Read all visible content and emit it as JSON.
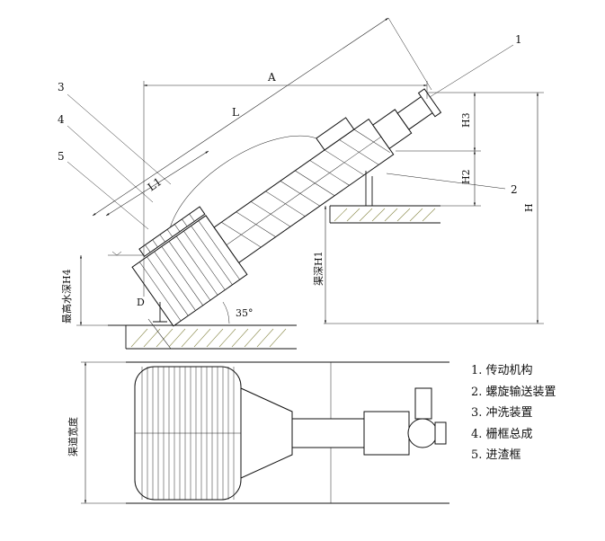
{
  "callouts": [
    "1",
    "2",
    "3",
    "4",
    "5"
  ],
  "dimensions": {
    "A": "A",
    "L": "L",
    "L1": "L1",
    "H": "H",
    "H1": "渠深H1",
    "H2": "H2",
    "H3": "H3",
    "H4": "最高水深H4",
    "D": "D",
    "angle": "35°",
    "channel_width": "渠道宽度"
  },
  "legend": [
    "1. 传动机构",
    "2. 螺旋输送装置",
    "3. 冲洗装置",
    "4. 栅框总成",
    "5. 进渣框"
  ]
}
